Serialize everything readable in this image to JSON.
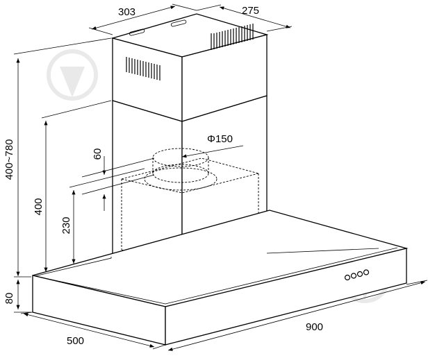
{
  "dimensions": {
    "chimney_depth": "303",
    "chimney_width": "275",
    "duct_diameter": "Φ150",
    "collar_height": "60",
    "chimney_range": "400~780",
    "duct_height": "400",
    "collar_offset": "230",
    "canopy_height": "80",
    "canopy_depth": "500",
    "canopy_width": "900"
  },
  "icons": {
    "watermark": "pin-marker-watermark",
    "controls": "control-buttons"
  }
}
